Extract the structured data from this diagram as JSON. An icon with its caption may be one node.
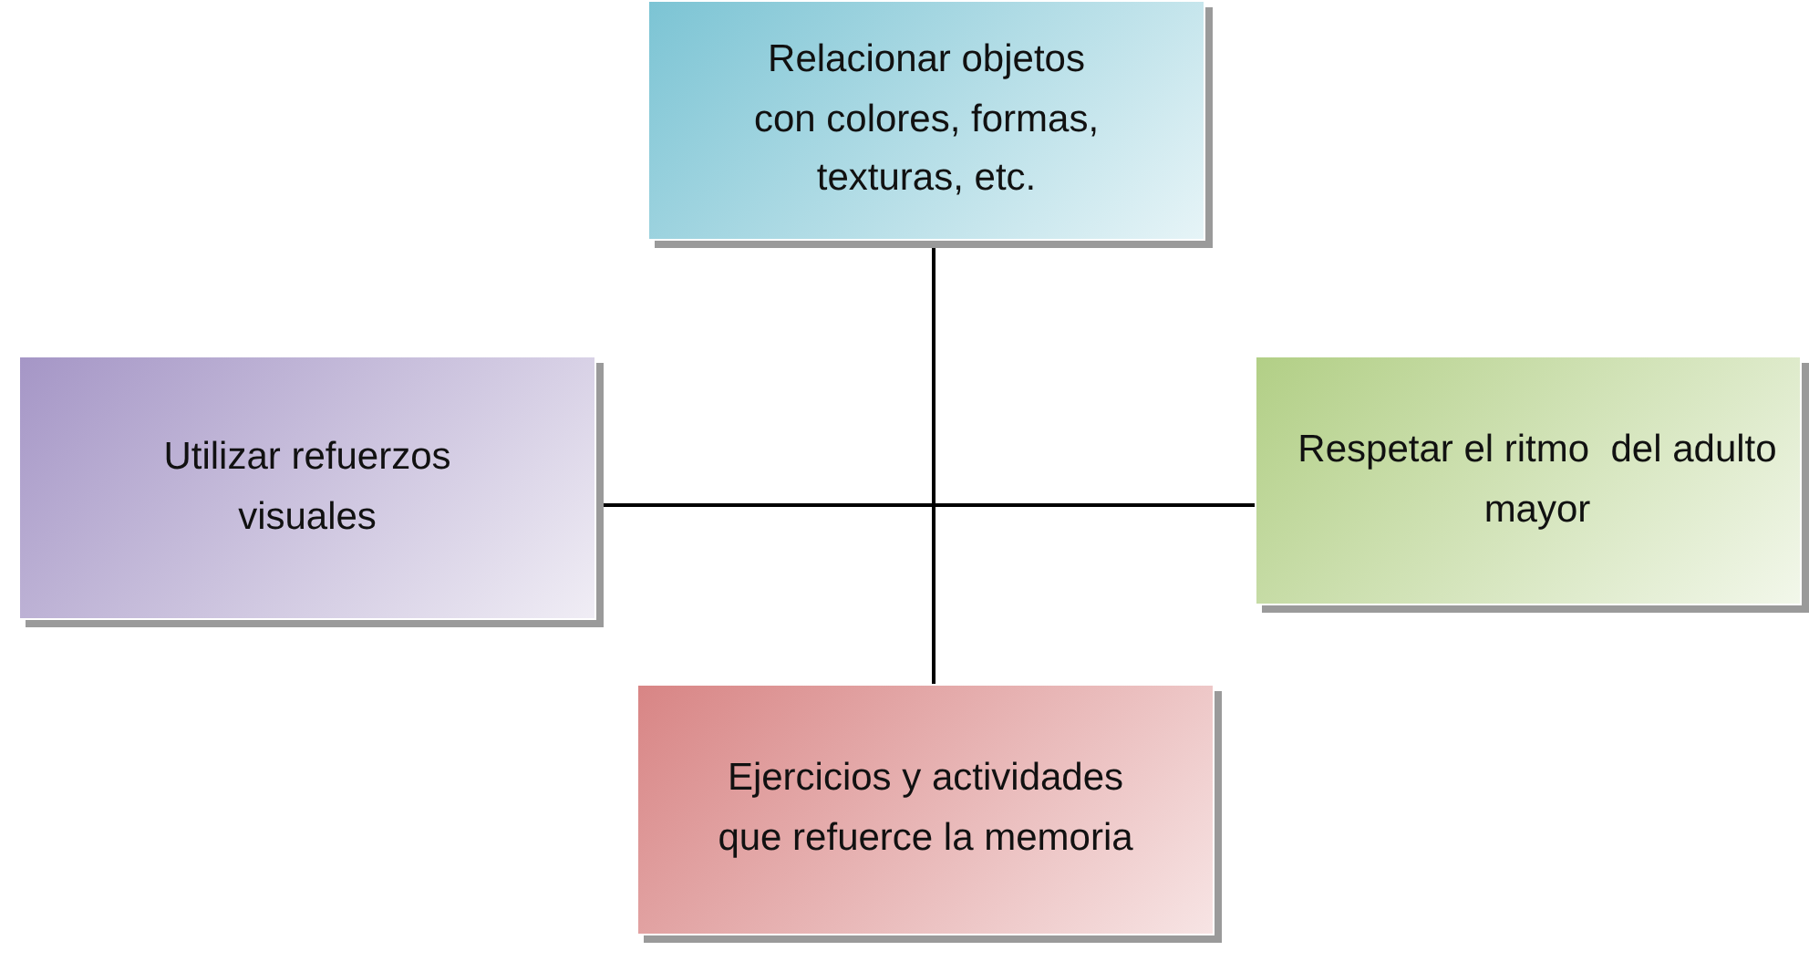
{
  "diagram": {
    "nodes": [
      {
        "text": [
          "Relacionar objetos con colores, formas, texturas, etc."
        ]
      },
      {
        "text": [
          "Utilizar refuerzos visuales"
        ]
      },
      {
        "text": [
          "Respetar el ritmo  del adulto mayor"
        ]
      },
      {
        "text": [
          "Ejercicios y actividades que refuerce la memoria"
        ]
      }
    ],
    "edges": [
      {
        "from": 0,
        "to": 3,
        "arrow": "none"
      },
      {
        "from": 1,
        "to": 2,
        "arrow": "none"
      }
    ]
  }
}
